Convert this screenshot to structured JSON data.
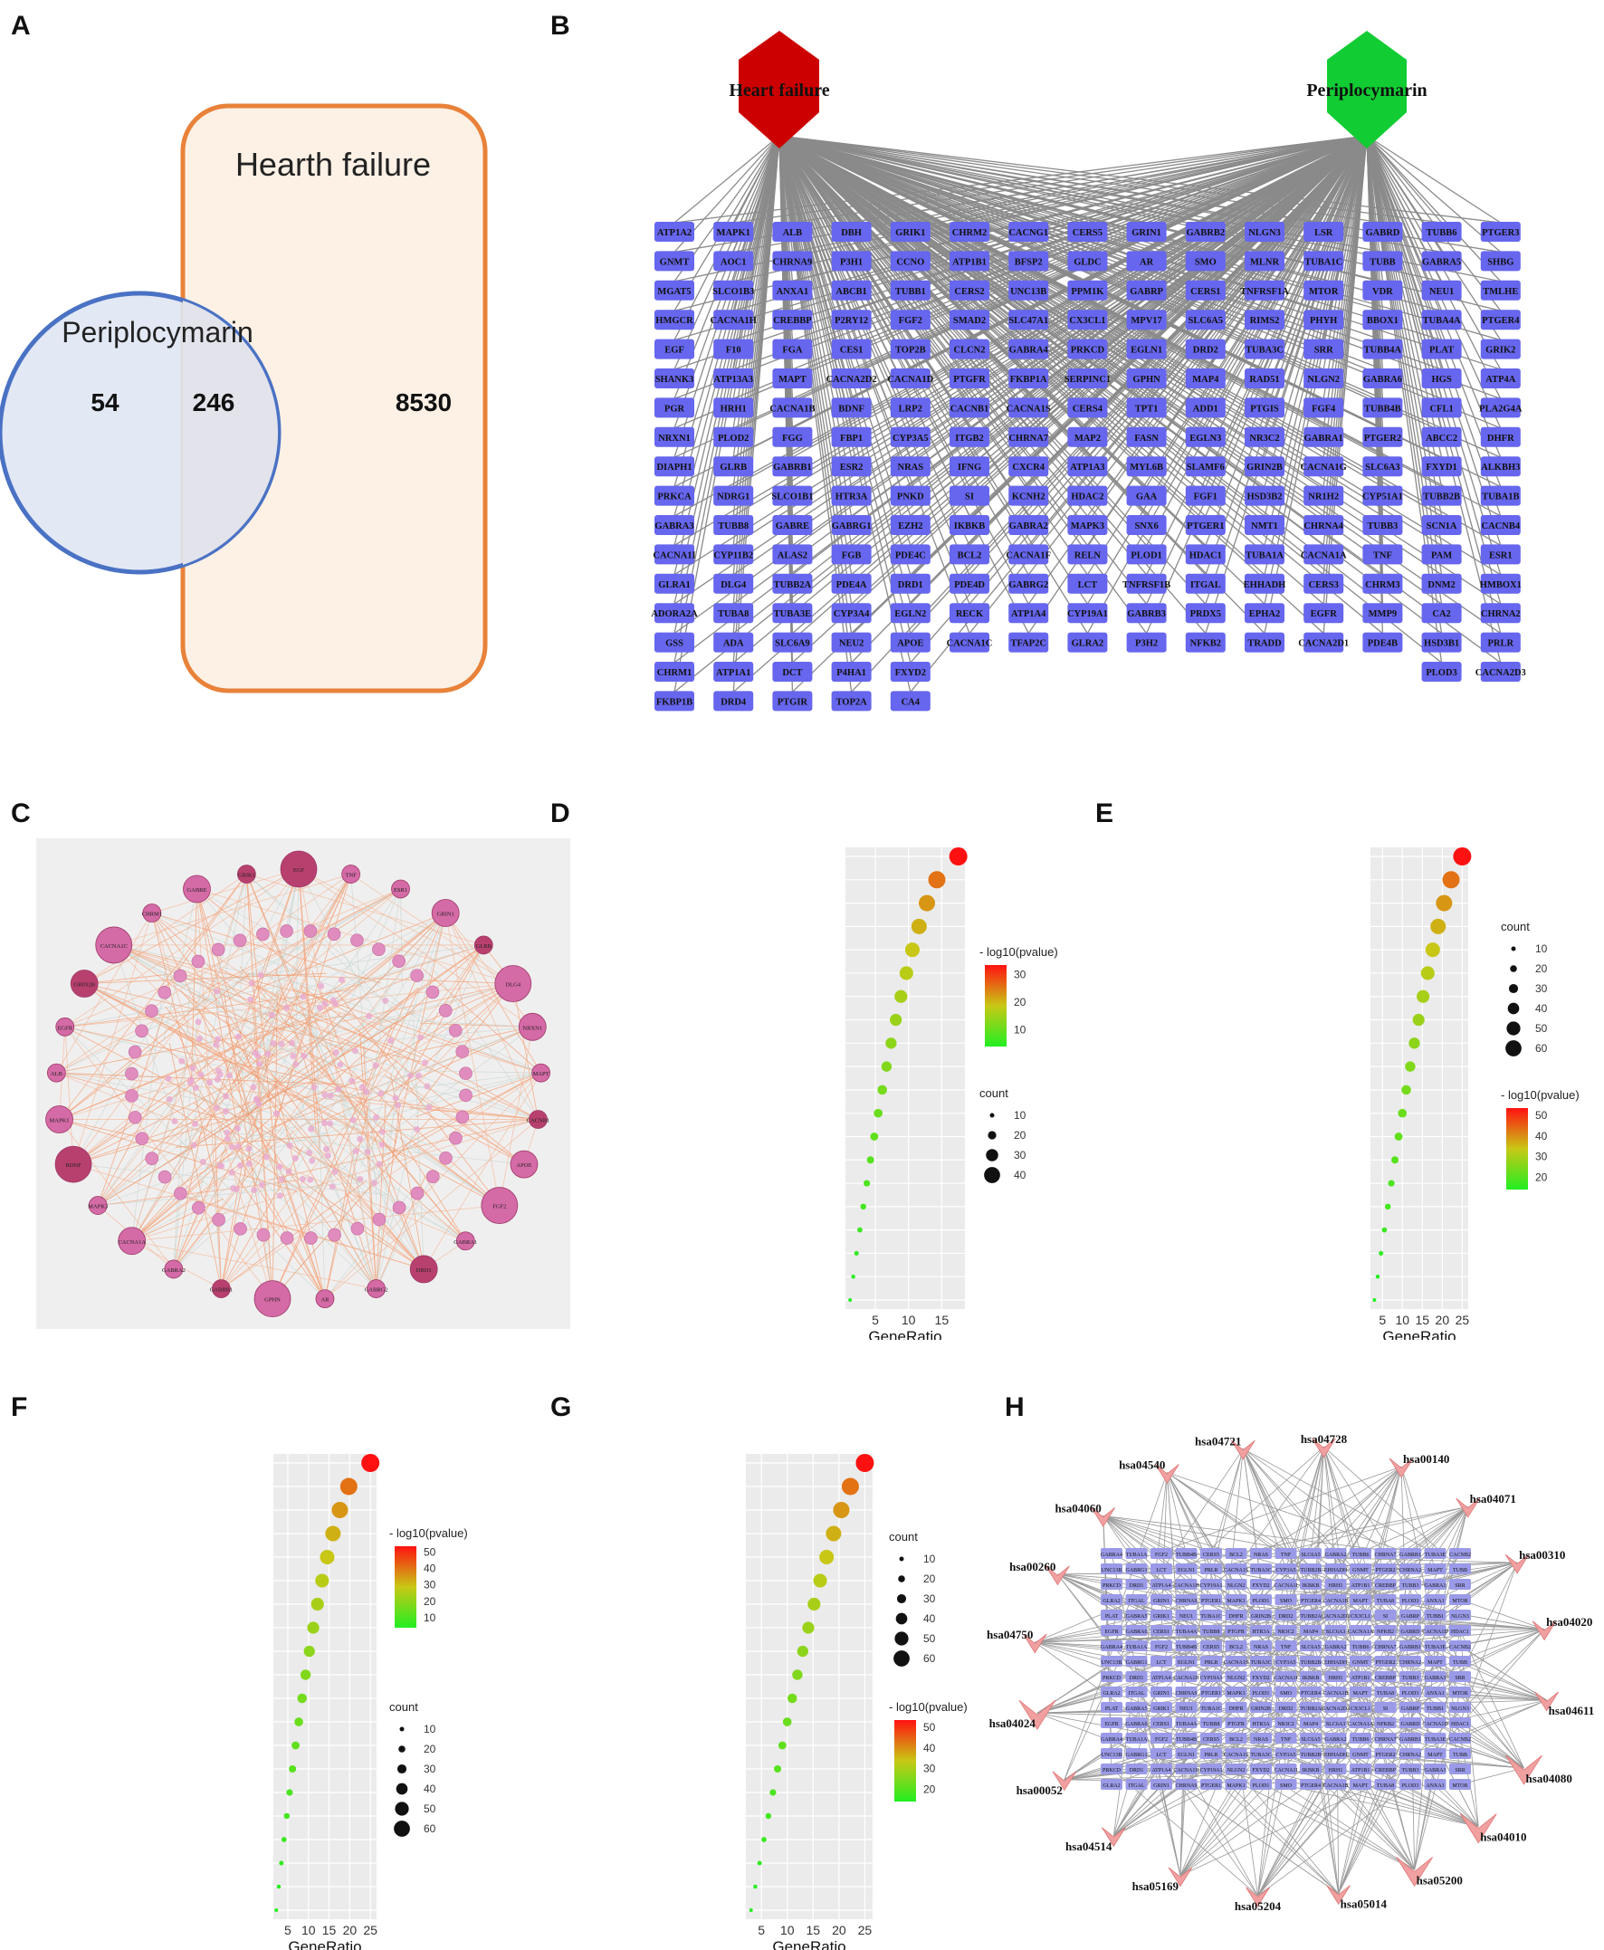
{
  "panels": {
    "A": "A",
    "B": "B",
    "C": "C",
    "D": "D",
    "E": "E",
    "F": "F",
    "G": "G",
    "H": "H"
  },
  "venn": {
    "set_left": "Periplocymarin",
    "set_right": "Hearth failure",
    "left_only": "54",
    "overlap": "246",
    "right_only": "8530",
    "colors": {
      "left_stroke": "#4a72c4",
      "left_fill": "#dfe6f3",
      "right_stroke": "#e8823a",
      "right_fill": "#fdf1e6",
      "overlap_fill": "#e3e3ec"
    }
  },
  "network_b": {
    "hub_left": "Heart failure",
    "hub_right": "Periplocymarin",
    "hub_left_color": "#cc0000",
    "hub_right_color": "#11cc33",
    "node_color": "#6666ee",
    "columns": [
      [
        "ATP1A2",
        "GNMT",
        "MGAT5",
        "HMGCR",
        "EGF",
        "SHANK3",
        "PGR",
        "NRXN1",
        "DIAPH1",
        "PRKCA",
        "GABRA3",
        "CACNA1I",
        "GLRA1",
        "ADORA2A",
        "GSS",
        "CHRM1",
        "FKBP1B"
      ],
      [
        "MAPK1",
        "AOC1",
        "SLCO1B3",
        "CACNA1H",
        "F10",
        "ATP13A3",
        "HRH1",
        "PLOD2",
        "GLRB",
        "NDRG1",
        "TUBB8",
        "CYP11B2",
        "DLG4",
        "TUBA8",
        "ADA",
        "ATP1A1",
        "DRD4"
      ],
      [
        "ALB",
        "CHRNA9",
        "ANXA1",
        "CREBBP",
        "FGA",
        "MAPT",
        "CACNA1B",
        "FGG",
        "GABRB1",
        "SLCO1B1",
        "GABRE",
        "ALAS2",
        "TUBB2A",
        "TUBA3E",
        "SLC6A9",
        "DCT",
        "PTGIR"
      ],
      [
        "DBH",
        "P3H1",
        "ABCB1",
        "P2RY12",
        "CES1",
        "CACNA2D2",
        "BDNF",
        "FBP1",
        "ESR2",
        "HTR3A",
        "GABRG1",
        "FGB",
        "PDE4A",
        "CYP3A4",
        "NEU2",
        "P4HA1",
        "TOP2A"
      ],
      [
        "GRIK1",
        "CCNO",
        "TUBB1",
        "FGF2",
        "TOP2B",
        "CACNA1D",
        "LRP2",
        "CYP3A5",
        "NRAS",
        "PNKD",
        "EZH2",
        "PDE4C",
        "DRD1",
        "EGLN2",
        "APOE",
        "FXYD2",
        "CA4"
      ],
      [
        "CHRM2",
        "ATP1B1",
        "CERS2",
        "SMAD2",
        "CLCN2",
        "PTGFR",
        "CACNB1",
        "ITGB2",
        "IFNG",
        "SI",
        "IKBKB",
        "BCL2",
        "PDE4D",
        "RECK",
        "CACNA1C"
      ],
      [
        "CACNG1",
        "BFSP2",
        "UNC13B",
        "SLC47A1",
        "GABRA4",
        "FKBP1A",
        "CACNA1S",
        "CHRNA7",
        "CXCR4",
        "KCNH2",
        "GABRA2",
        "CACNA1F",
        "GABRG2",
        "ATP1A4",
        "TFAP2C"
      ],
      [
        "CERS5",
        "GLDC",
        "PPM1K",
        "CX3CL1",
        "PRKCD",
        "SERPINC1",
        "CERS4",
        "MAP2",
        "ATP1A3",
        "HDAC2",
        "MAPK3",
        "RELN",
        "LCT",
        "CYP19A1",
        "GLRA2"
      ],
      [
        "GRIN1",
        "AR",
        "GABRP",
        "MPV17",
        "EGLN1",
        "GPHN",
        "TPT1",
        "FASN",
        "MYL6B",
        "GAA",
        "SNX6",
        "PLOD1",
        "TNFRSF1B",
        "GABRB3",
        "P3H2"
      ],
      [
        "GABRB2",
        "SMO",
        "CERS1",
        "SLC6A5",
        "DRD2",
        "MAP4",
        "ADD1",
        "EGLN3",
        "SLAMF6",
        "FGF1",
        "PTGER1",
        "HDAC1",
        "ITGAL",
        "PRDX5",
        "NFKB2"
      ],
      [
        "NLGN3",
        "MLNR",
        "TNFRSF1A",
        "RIMS2",
        "TUBA3C",
        "RAD51",
        "PTGIS",
        "NR3C2",
        "GRIN2B",
        "HSD3B2",
        "NMT1",
        "TUBA1A",
        "EHHADH",
        "EPHA2",
        "TRADD"
      ],
      [
        "LSR",
        "TUBA1C",
        "MTOR",
        "PHYH",
        "SRR",
        "NLGN2",
        "FGF4",
        "GABRA1",
        "CACNA1G",
        "NR1H2",
        "CHRNA4",
        "CACNA1A",
        "CERS3",
        "EGFR",
        "CACNA2D1"
      ],
      [
        "GABRD",
        "TUBB",
        "VDR",
        "BBOX1",
        "TUBB4A",
        "GABRA6",
        "TUBB4B",
        "PTGER2",
        "SLC6A3",
        "CYP51A1",
        "TUBB3",
        "TNF",
        "CHRM3",
        "MMP9",
        "PDE4B"
      ],
      [
        "TUBB6",
        "GABRA5",
        "NEU1",
        "TUBA4A",
        "PLAT",
        "HGS",
        "CFL1",
        "ABCC2",
        "FXYD1",
        "TUBB2B",
        "SCN1A",
        "PAM",
        "DNM2",
        "CA2",
        "HSD3B1",
        "PLOD3"
      ],
      [
        "PTGER3",
        "SHBG",
        "TMLHE",
        "PTGER4",
        "GRIK2",
        "ATP4A",
        "PLA2G4A",
        "DHFR",
        "ALKBH3",
        "TUBA1B",
        "CACNB4",
        "ESR1",
        "HMBOX1",
        "CHRNA2",
        "PRLR",
        "CACNA2D3"
      ]
    ]
  },
  "ppi_c": {
    "hub_labels": [
      "EGF",
      "TNF",
      "ESR1",
      "GRIN1",
      "GLRB",
      "DLG4",
      "NRXN1",
      "MAPT",
      "CACNB1",
      "APOE",
      "FGF2",
      "GABRA1",
      "DRD1",
      "GABRG2",
      "AR",
      "GPHN",
      "GABRB1",
      "GABRA2",
      "CACNA1A",
      "MAPK3",
      "BDNF",
      "MAPK1",
      "ALB",
      "EGFR",
      "GRIN2B",
      "CACNA1C",
      "CHRM1",
      "GABRE",
      "GRIK1"
    ]
  },
  "dot_d": {
    "xlabel": "GeneRatio",
    "xticks": [
      5,
      10,
      15
    ],
    "legend_color_title": "- log10(pvalue)",
    "legend_color_ticks": [
      10,
      20,
      30
    ],
    "legend_size_title": "count",
    "legend_size_ticks": [
      10,
      20,
      30,
      40
    ]
  },
  "dot_e": {
    "xlabel": "GeneRatio",
    "xticks": [
      5,
      10,
      15,
      20,
      25
    ],
    "legend_size_title": "count",
    "legend_size_ticks": [
      10,
      20,
      30,
      40,
      50,
      60
    ],
    "legend_color_title": "- log10(pvalue)",
    "legend_color_ticks": [
      20,
      30,
      40,
      50
    ]
  },
  "dot_f": {
    "xlabel": "GeneRatio",
    "xticks": [
      5,
      10,
      15,
      20,
      25
    ],
    "legend_color_title": "- log10(pvalue)",
    "legend_color_ticks": [
      10,
      20,
      30,
      40,
      50
    ],
    "legend_size_title": "count",
    "legend_size_ticks": [
      10,
      20,
      30,
      40,
      50,
      60
    ]
  },
  "dot_g": {
    "xlabel": "GeneRatio",
    "xticks": [
      5,
      10,
      15,
      20,
      25
    ],
    "legend_size_title": "count",
    "legend_size_ticks": [
      10,
      20,
      30,
      40,
      50,
      60
    ],
    "legend_color_title": "- log10(pvalue)",
    "legend_color_ticks": [
      20,
      30,
      40,
      50
    ]
  },
  "network_h": {
    "pathways": [
      "hsa04540",
      "hsa04721",
      "hsa04728",
      "hsa00140",
      "hsa04071",
      "hsa00310",
      "hsa04020",
      "hsa04611",
      "hsa04080",
      "hsa04010",
      "hsa05200",
      "hsa05014",
      "hsa05204",
      "hsa05169",
      "hsa04514",
      "hsa00052",
      "hsa04024",
      "hsa04750",
      "hsa00260",
      "hsa04060"
    ],
    "genes": [
      "GABRA4",
      "TUBA1A",
      "FGF2",
      "TUBB4B",
      "CERS5",
      "BCL2",
      "NRAS",
      "TNF",
      "SLC6A5",
      "GABRA2",
      "TUBB6",
      "CHRNA7",
      "GABRB1",
      "TUBA3E",
      "CACNB2",
      "UNC13B",
      "GABRG1",
      "LCT",
      "EGLN1",
      "PRLR",
      "CACNA1S",
      "TUBA3C",
      "CYP3A5",
      "TUBB2B",
      "EHHADH",
      "GNMT",
      "PTGER2",
      "CHRNA2",
      "MAPT",
      "TUBB",
      "PRKCD",
      "DRD1",
      "ATP1A4",
      "CACNA1H",
      "CYP19A1",
      "NLGN2",
      "FXYD2",
      "CACNA1I",
      "IKBKB",
      "HRH1",
      "ATP1B1",
      "CREBBP",
      "TUBB3",
      "GABRA3",
      "SRR",
      "GLRA2",
      "ITGAL",
      "GRIN1",
      "CHRNA9",
      "PTGER1",
      "MAPK1",
      "PLOD1",
      "SMO",
      "PTGER4",
      "CACNA1B",
      "MAPT",
      "TUBA8",
      "PLOD3",
      "ANXA1",
      "MTOR",
      "PLAT",
      "GABRA5",
      "GRIK1",
      "NEU1",
      "TUBA1C",
      "DHFR",
      "GRIN2B",
      "DRD2",
      "TUBB2A",
      "CACNA2D3",
      "CX3CL1",
      "SI",
      "GABRP",
      "TUBB1",
      "NLGN3",
      "EGFR",
      "GABRA6",
      "CERS1",
      "TUBA4A",
      "TUBB8",
      "PTGFR",
      "HTR3A",
      "NR3C2",
      "MAP4",
      "SLC6A3",
      "CACNA1A",
      "NFKB2",
      "GABRD",
      "CACNA1D",
      "HDAC1"
    ]
  }
}
